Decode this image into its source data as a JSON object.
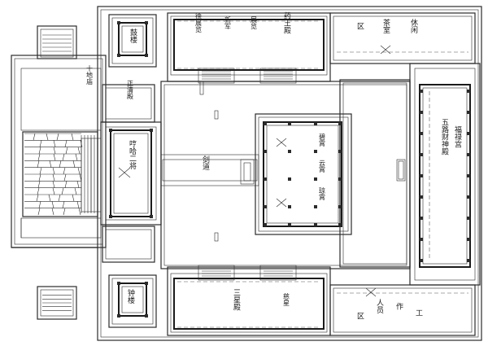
{
  "labels": {
    "gulou": "鼓楼",
    "zhonglou": "钟楼",
    "yaowang": "药王殿",
    "zhanlan": "展览",
    "xinjun": "新军",
    "xuzhan": "徐展览",
    "xiuxian_1": "休闲",
    "xiuxian_2": "茶室",
    "xiuxian_3": "区",
    "shilang": "十地庙",
    "zhengxian": "正清殿",
    "erjiang": "哼哈二将",
    "jiuxian": "剑道",
    "bixiao": "碧霄",
    "yunxiao": "云霄",
    "qiongxiao": "琼霄",
    "fuqin": "福禄宫",
    "wulu": "五路财神殿",
    "sanxing": "三星殿",
    "cixing": "慈星",
    "gongzuo_1": "工",
    "gongzuo_2": "作",
    "gongzuo_3": "人员",
    "gongzuo_4": "区"
  }
}
